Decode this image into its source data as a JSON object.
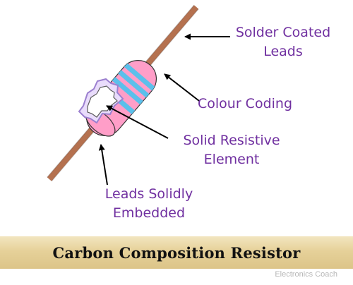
{
  "labels": {
    "solder_line1": "Solder Coated",
    "solder_line2": "Leads",
    "colour": "Colour Coding",
    "element_line1": "Solid Resistive",
    "element_line2": "Element",
    "leads_line1": "Leads Solidly",
    "leads_line2": "Embedded"
  },
  "caption": "Carbon Composition Resistor",
  "watermark": "Electronics Coach",
  "colors": {
    "label_text": "#7030a0",
    "lead": "#b5714f",
    "body": "#ff9ec8",
    "color_bands": "#5bc0eb",
    "element_fill": "#ffffff",
    "element_edge": "#c9a8e8",
    "caption_band": "#e6d199"
  }
}
